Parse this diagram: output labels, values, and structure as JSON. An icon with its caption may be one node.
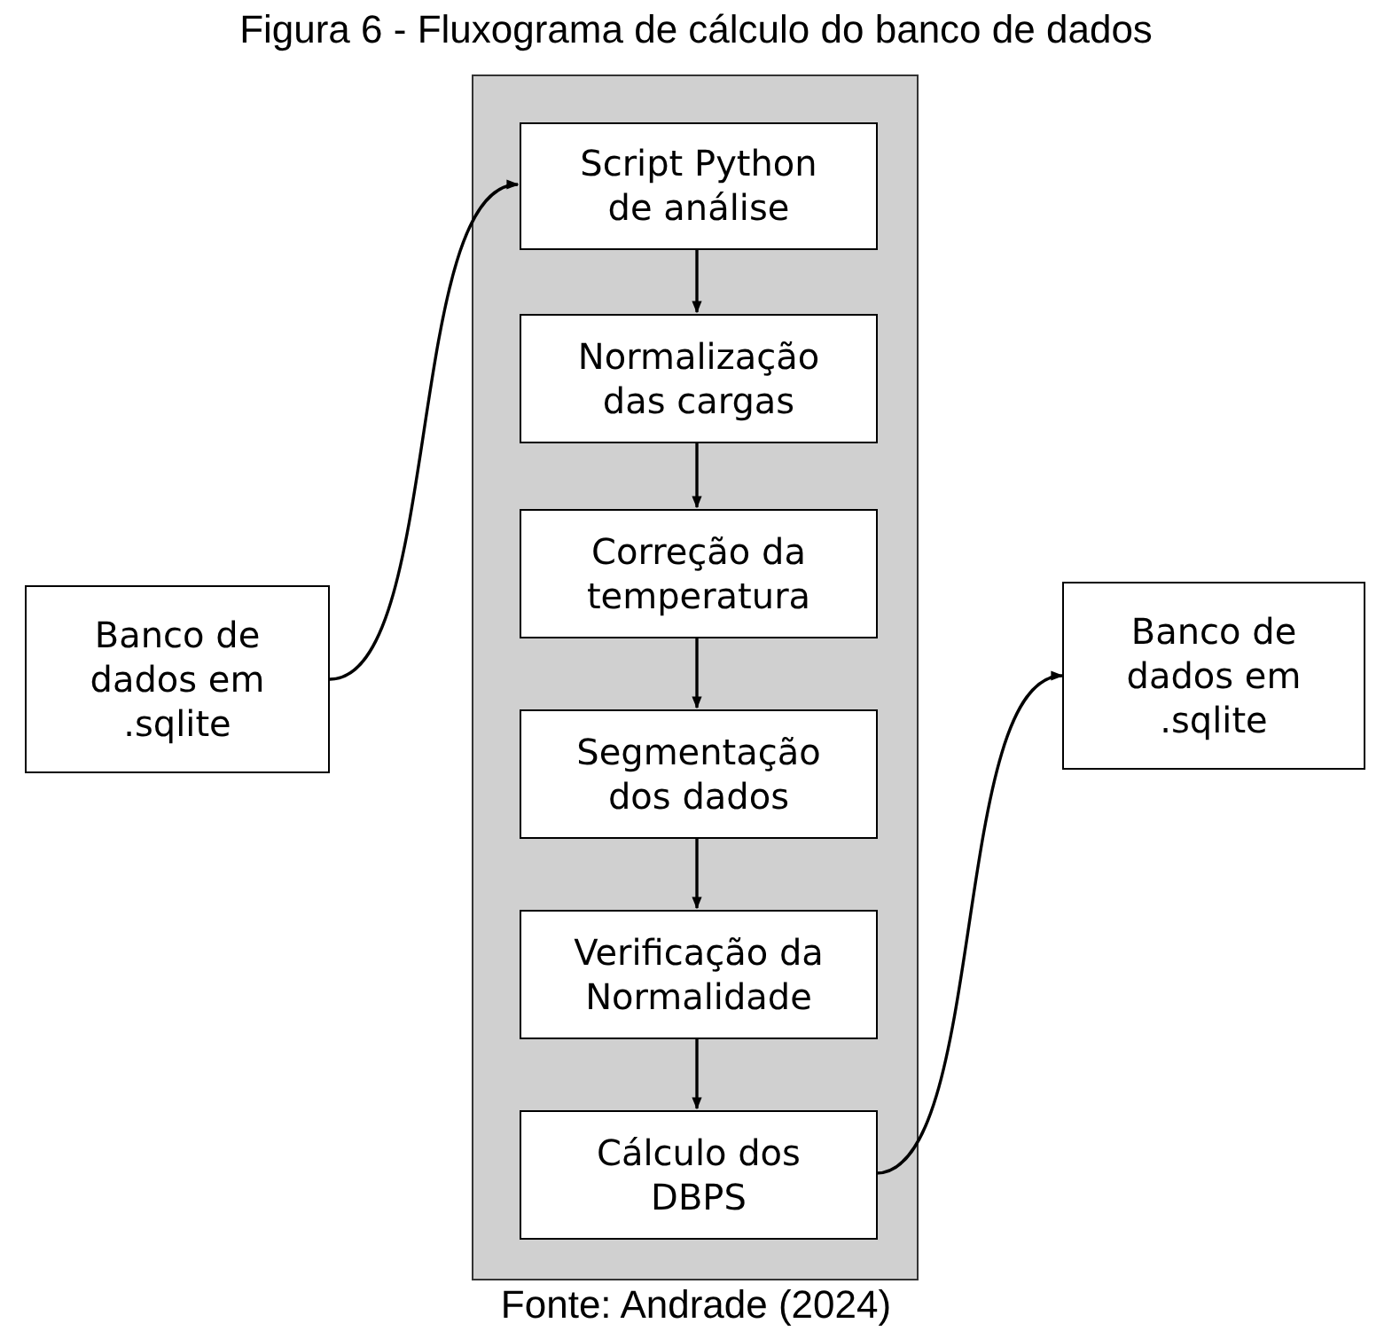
{
  "diagram": {
    "title": "Figura 6 - Fluxograma de cálculo do banco de dados",
    "caption": "Fonte: Andrade (2024)",
    "nodes": [
      {
        "text": [
          "Banco de dados em .sqlite"
        ]
      },
      {
        "text": [],
        "shape": "box"
      },
      {
        "text": [
          "Script Python de análise"
        ],
        "in": 1
      },
      {
        "text": [
          "Normalização das cargas"
        ],
        "in": 1
      },
      {
        "text": [
          "Correção da temperatura"
        ],
        "in": 1
      },
      {
        "text": [
          "Segmentação dos dados"
        ],
        "in": 1
      },
      {
        "text": [
          "Verificação da Normalidade"
        ],
        "in": 1
      },
      {
        "text": [
          "Cálculo dos DBPS"
        ],
        "in": 1
      },
      {
        "text": [
          "Banco de dados em .sqlite"
        ]
      }
    ],
    "edges": [
      {
        "from": 0,
        "to": 2,
        "arrow": "to"
      },
      {
        "from": 2,
        "to": 3,
        "arrow": "to"
      },
      {
        "from": 3,
        "to": 4,
        "arrow": "to"
      },
      {
        "from": 4,
        "to": 5,
        "arrow": "to"
      },
      {
        "from": 5,
        "to": 6,
        "arrow": "to"
      },
      {
        "from": 6,
        "to": 7,
        "arrow": "to"
      },
      {
        "from": 7,
        "to": 8,
        "arrow": "to"
      }
    ]
  }
}
